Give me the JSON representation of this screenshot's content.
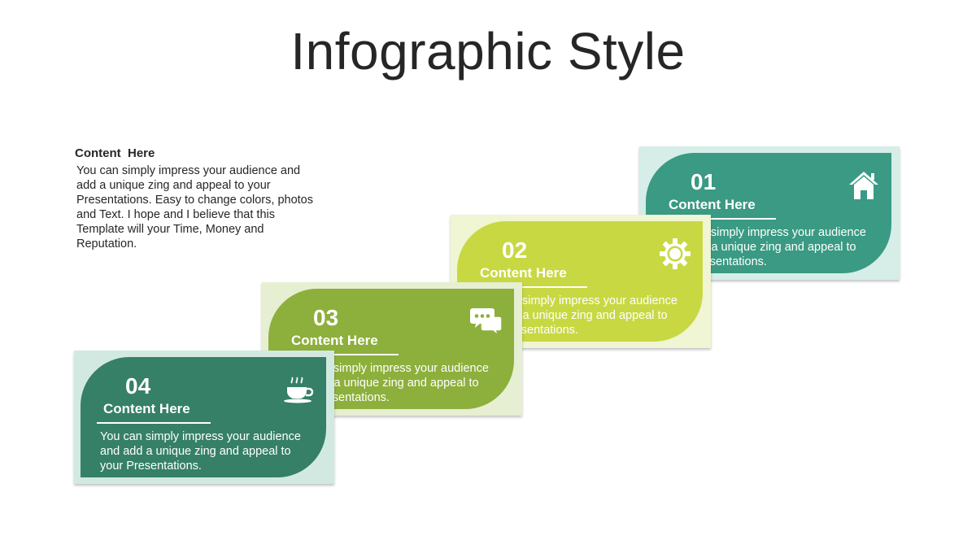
{
  "title": "Infographic Style",
  "intro": {
    "heading": "Content  Here",
    "body": "You can simply impress your audience and add a unique zing and appeal to your Presentations. Easy to change colors, photos and Text. I hope and I believe that this Template will your Time, Money and Reputation."
  },
  "cards": [
    {
      "number": "01",
      "heading": "Content Here",
      "body": "You can simply impress your audience and add a unique zing and appeal to your Presentations.",
      "icon": "home-icon",
      "color": "#3a9a83",
      "bg_color": "#d6ede8"
    },
    {
      "number": "02",
      "heading": "Content Here",
      "body": "You can simply impress your audience and add a unique zing and appeal to your Presentations.",
      "icon": "gear-icon",
      "color": "#c8d843",
      "bg_color": "#f0f5d3"
    },
    {
      "number": "03",
      "heading": "Content Here",
      "body": "You can simply impress your audience and add a unique zing and appeal to your Presentations.",
      "icon": "chat-bubbles-icon",
      "color": "#8daf3c",
      "bg_color": "#e6efd2"
    },
    {
      "number": "04",
      "heading": "Content Here",
      "body": "You can simply impress your audience and add a unique zing and appeal to your Presentations.",
      "icon": "coffee-cup-icon",
      "color": "#358066",
      "bg_color": "#d2e9e1"
    }
  ]
}
